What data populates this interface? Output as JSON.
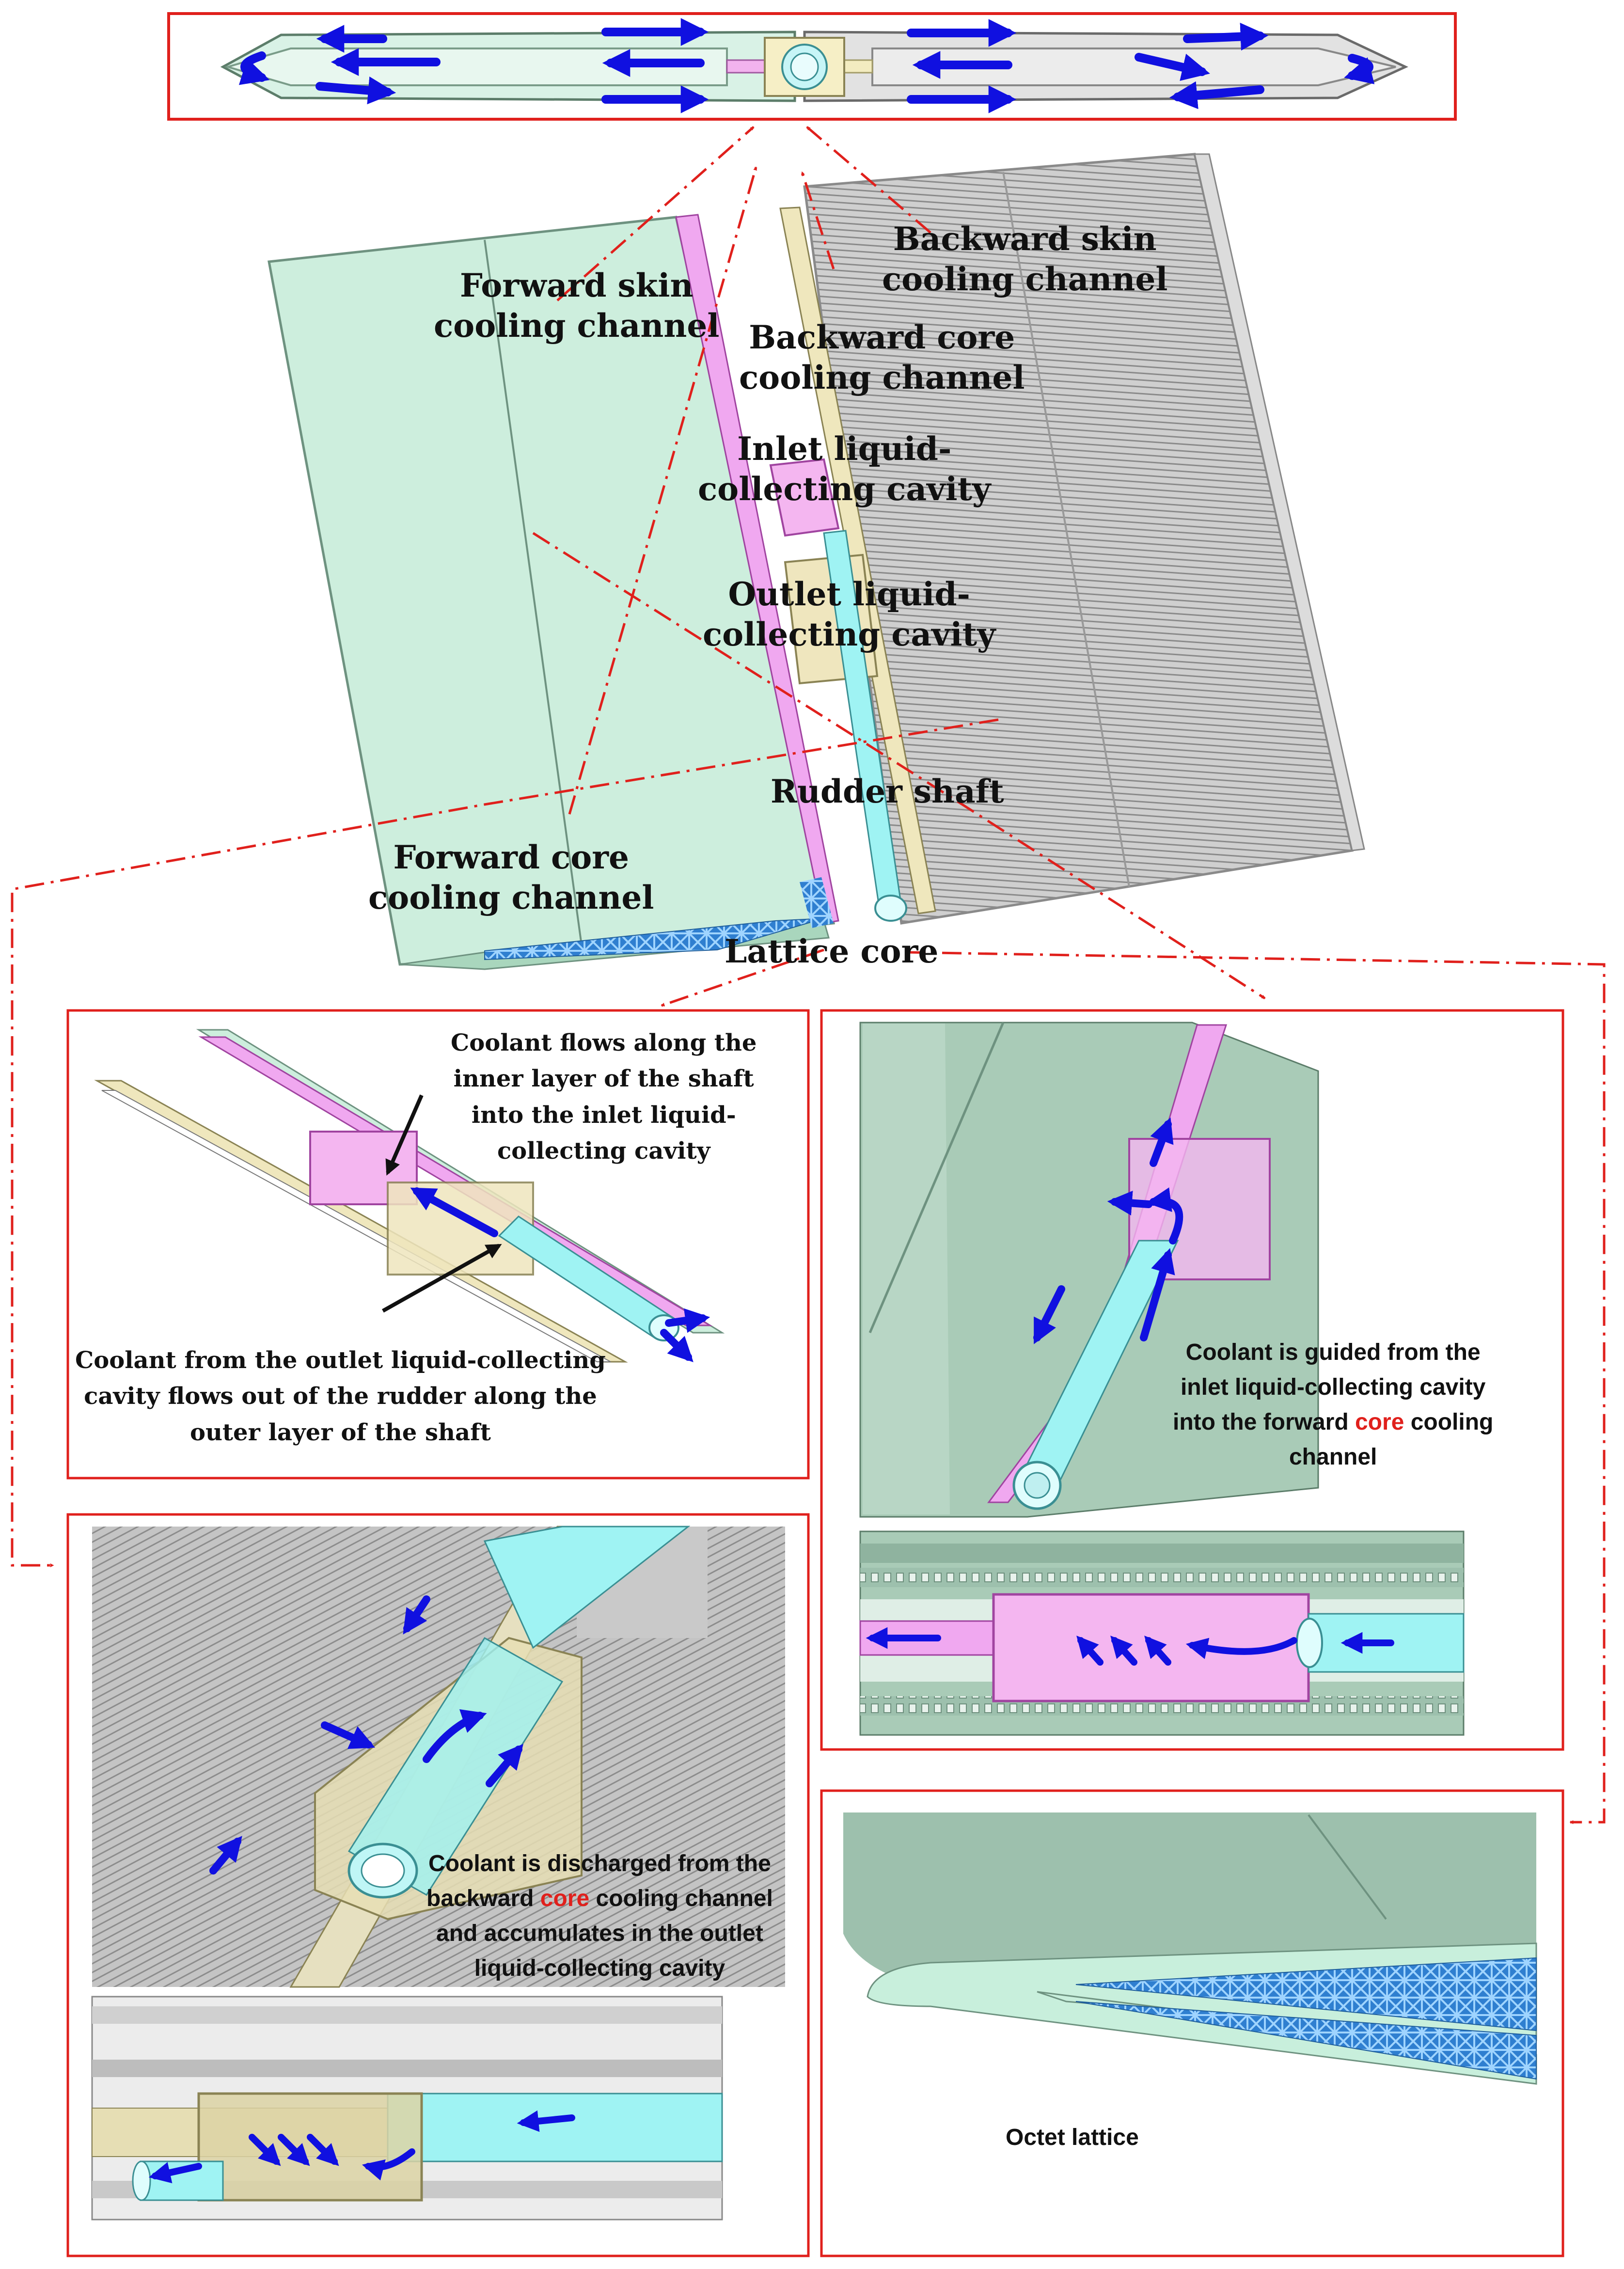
{
  "labels": {
    "forward_skin": [
      "Forward skin",
      "cooling channel"
    ],
    "backward_skin": [
      "Backward skin",
      "cooling channel"
    ],
    "backward_core": [
      "Backward core",
      "cooling channel"
    ],
    "inlet_cavity": [
      "Inlet liquid-",
      "collecting cavity"
    ],
    "outlet_cavity": [
      "Outlet liquid-",
      "collecting cavity"
    ],
    "rudder_shaft": "Rudder shaft",
    "forward_core": [
      "Forward core",
      "cooling channel"
    ],
    "lattice_core": "Lattice core"
  },
  "panels": {
    "shaft_flow": {
      "inner_note": [
        "Coolant flows along the",
        "inner layer of the shaft",
        "into the inlet liquid-",
        "collecting cavity"
      ],
      "outer_note": [
        "Coolant from the outlet liquid-collecting",
        "cavity flows out of the rudder along the",
        "outer layer of the shaft"
      ]
    },
    "inlet_guide": {
      "caption_line1": "Coolant is guided from the",
      "caption_line2": "inlet liquid-collecting cavity",
      "caption_line3_pre": "into the forward ",
      "caption_line3_hl": "core",
      "caption_line3_post": " cooling",
      "caption_line4": "channel"
    },
    "outlet_discharge": {
      "caption_line1": "Coolant is discharged from the",
      "caption_line2_pre": "backward ",
      "caption_line2_hl": "core",
      "caption_line2_post": " cooling channel",
      "caption_line3": "and accumulates in the outlet",
      "caption_line4": "liquid-collecting cavity"
    },
    "lattice": {
      "caption": "Octet lattice"
    }
  },
  "colors": {
    "frame_red": "#e0201c",
    "arrow_blue": "#1010e0",
    "forward_green": "#cdeedd",
    "magenta": "#f08ef0",
    "tan": "#e8e0b8",
    "cyan": "#8ff5f5",
    "gray": "#c8c8c8",
    "lattice_blue": "#3a90d8"
  }
}
